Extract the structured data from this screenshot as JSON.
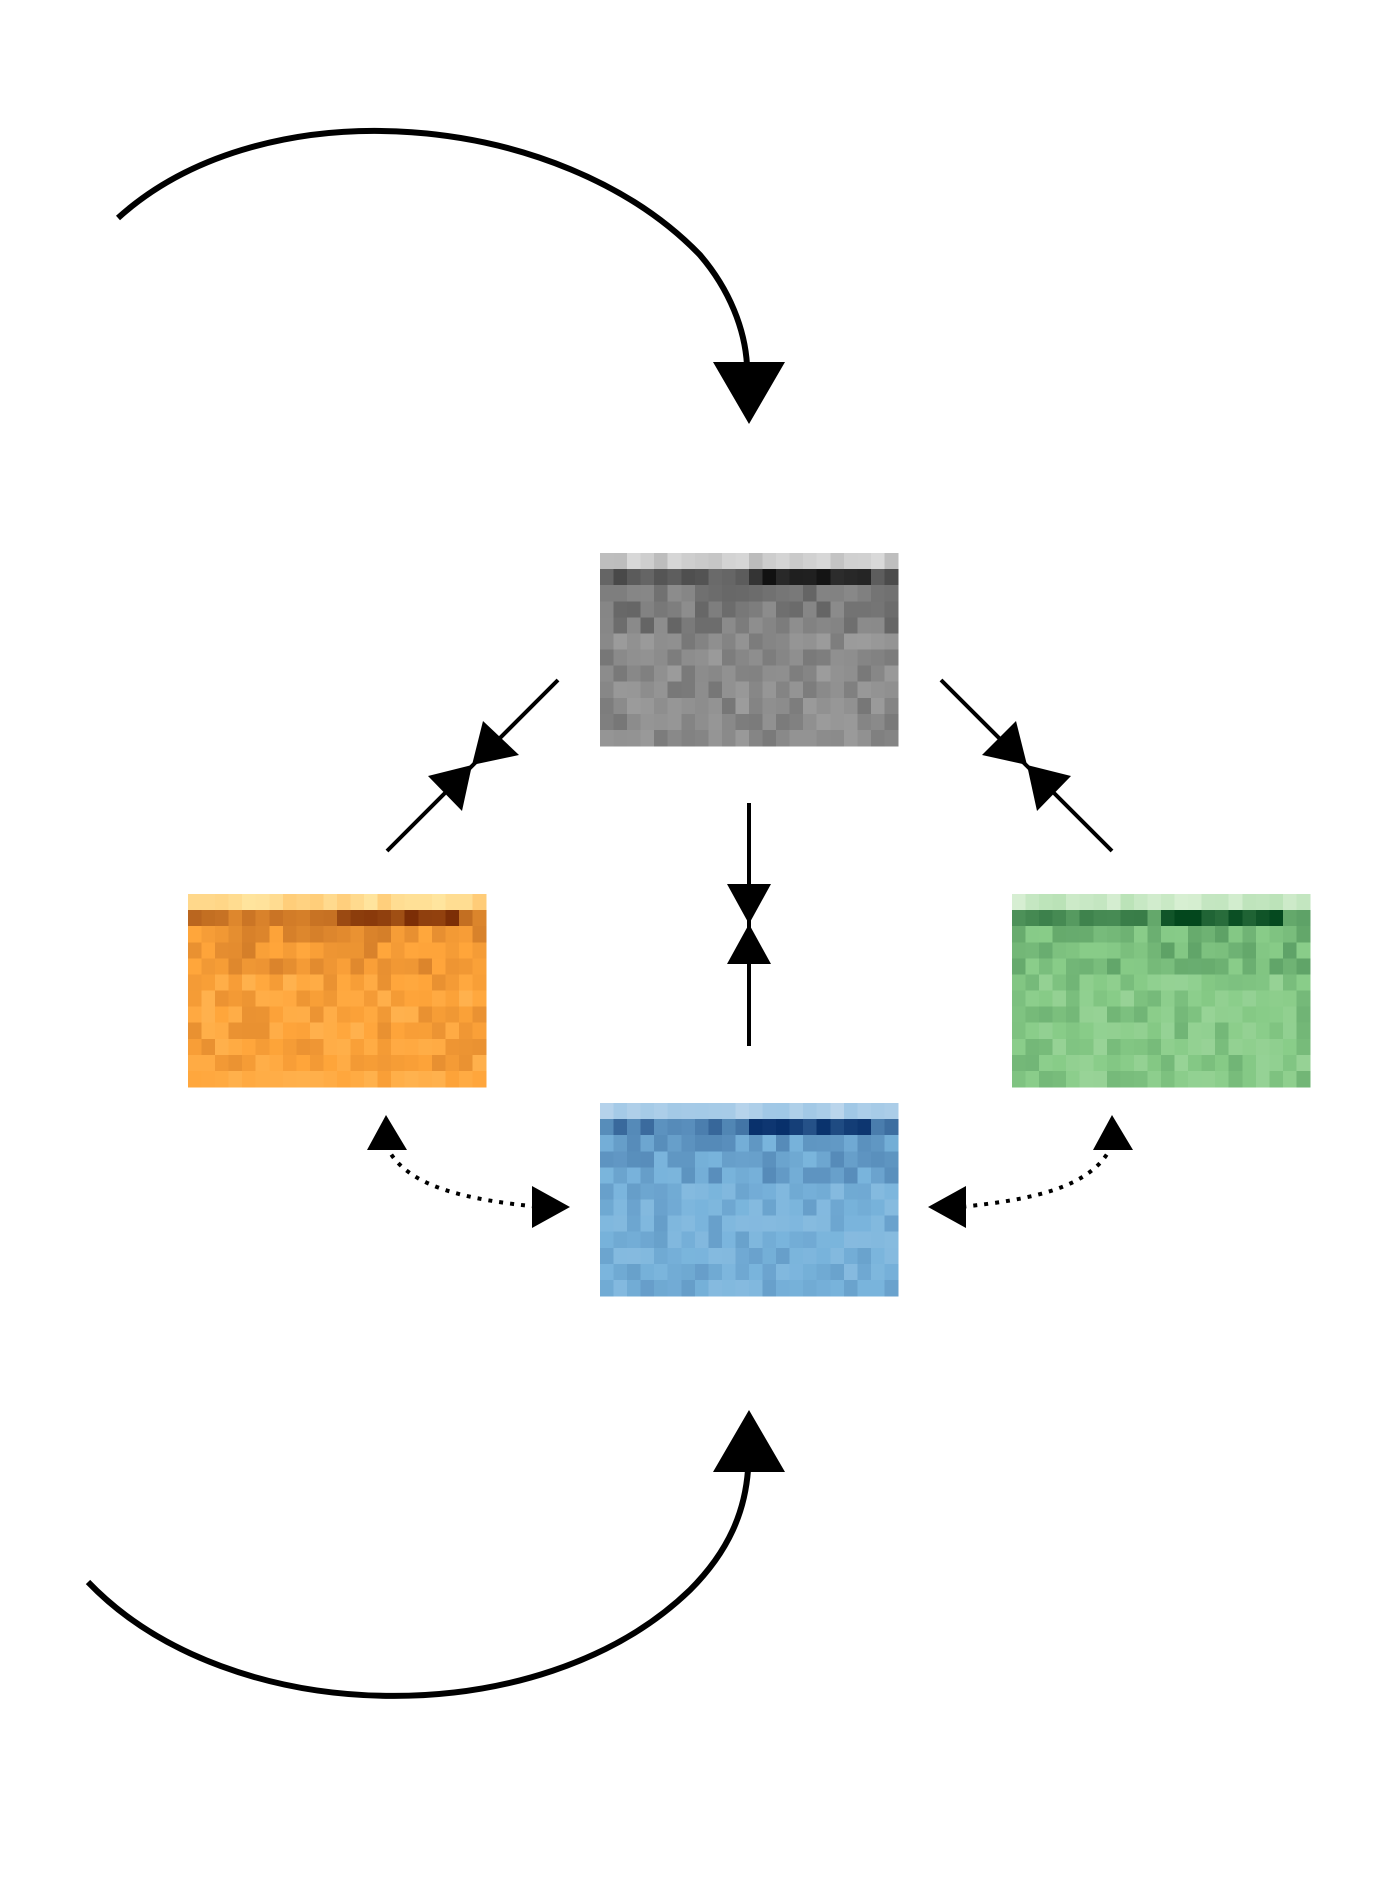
{
  "diagram": {
    "nodes": [
      {
        "id": "gray",
        "name": "gray-heatmap-node",
        "colors": {
          "light": "#e8e8e8",
          "mid": "#8c8c8c",
          "dark": "#111111"
        }
      },
      {
        "id": "orange",
        "name": "orange-heatmap-node",
        "colors": {
          "light": "#fff0b0",
          "mid": "#ffa53a",
          "dark": "#7a2c05"
        }
      },
      {
        "id": "green",
        "name": "green-heatmap-node",
        "colors": {
          "light": "#e5f5e0",
          "mid": "#88cc88",
          "dark": "#00441b"
        }
      },
      {
        "id": "blue",
        "name": "blue-heatmap-node",
        "colors": {
          "light": "#c6dbef",
          "mid": "#79b4dc",
          "dark": "#08306b"
        }
      }
    ],
    "edges": [
      {
        "from": "gray",
        "to": "orange",
        "style": "solid",
        "arrows": "converging"
      },
      {
        "from": "gray",
        "to": "green",
        "style": "solid",
        "arrows": "converging"
      },
      {
        "from": "gray",
        "to": "blue",
        "style": "solid",
        "arrows": "converging"
      },
      {
        "from": "orange",
        "to": "blue",
        "style": "dotted",
        "arrows": "both-ends"
      },
      {
        "from": "green",
        "to": "blue",
        "style": "dotted",
        "arrows": "both-ends"
      },
      {
        "from": "outside-top",
        "to": "gray",
        "style": "curved",
        "arrows": "end"
      },
      {
        "from": "outside-bottom",
        "to": "blue",
        "style": "curved",
        "arrows": "end"
      }
    ],
    "line_color": "#000000"
  }
}
